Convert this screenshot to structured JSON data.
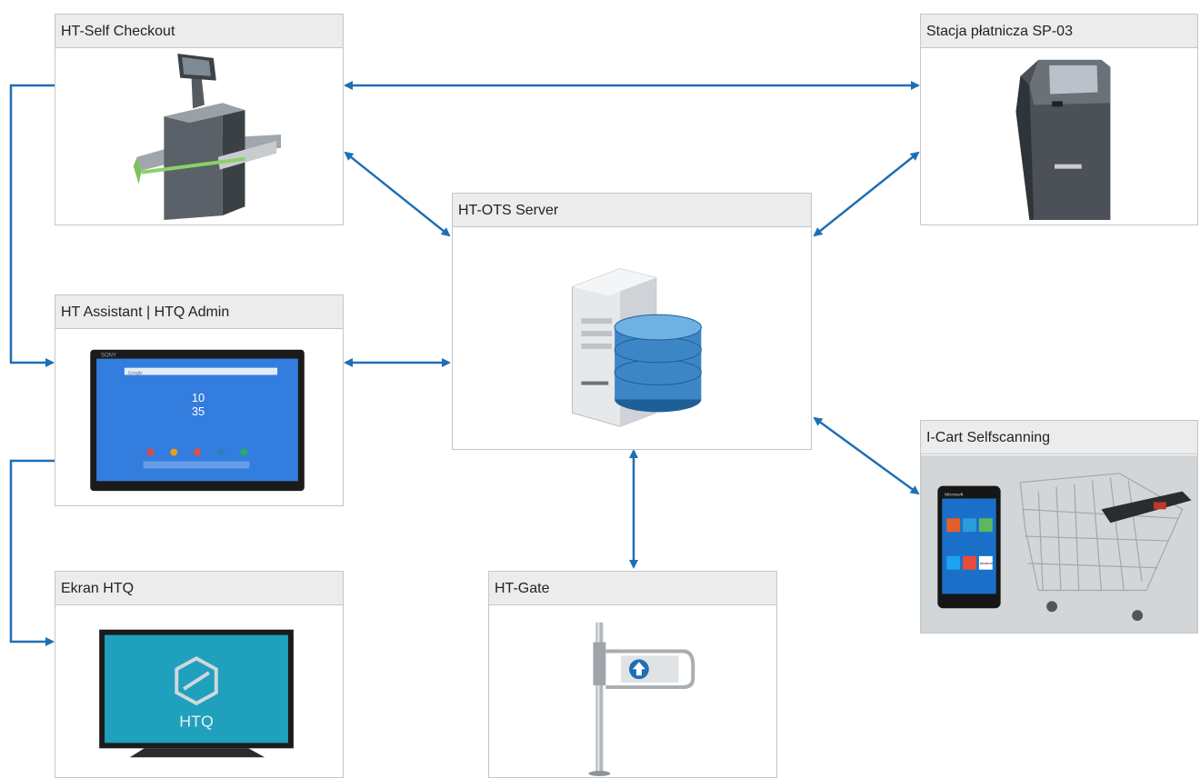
{
  "diagram": {
    "nodes": {
      "self_checkout": {
        "label": "HT-Self Checkout",
        "icon": "self-checkout-kiosk-icon"
      },
      "payment_station": {
        "label": "Stacja płatnicza SP-03",
        "icon": "payment-kiosk-icon"
      },
      "server": {
        "label": "HT-OTS Server",
        "icon": "server-database-icon"
      },
      "assistant": {
        "label": "HT Assistant  |  HTQ Admin",
        "icon": "tablet-icon"
      },
      "icart": {
        "label": "I-Cart Selfscanning",
        "icon": "phone-and-cart-icon"
      },
      "ekran": {
        "label": "Ekran HTQ",
        "icon": "tv-screen-icon"
      },
      "gate": {
        "label": "HT-Gate",
        "icon": "gate-icon"
      }
    },
    "tablet_screen": {
      "brand": "SONY",
      "search": "Google",
      "clock_hour": "10",
      "clock_min": "35"
    },
    "tv_screen": {
      "logo_text": "HTQ"
    },
    "phone_screen": {
      "brand": "Microsoft",
      "store": "amazon"
    },
    "colors": {
      "connector": "#1f6fb5",
      "header_bg": "#ececec",
      "border": "#c6c6c6"
    }
  }
}
